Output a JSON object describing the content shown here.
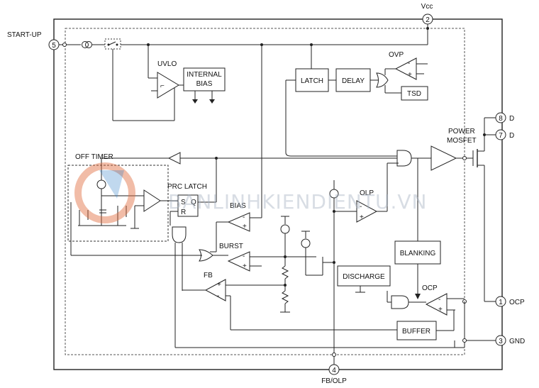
{
  "pins": {
    "vcc": {
      "num": "2",
      "label": "Vcc"
    },
    "start_up": {
      "num": "5",
      "label": "START-UP"
    },
    "drain_a": {
      "num": "8",
      "label": "D"
    },
    "drain_b": {
      "num": "7",
      "label": "D"
    },
    "ocp": {
      "num": "1",
      "label": "OCP"
    },
    "gnd": {
      "num": "3",
      "label": "GND"
    },
    "fb_olp": {
      "num": "4",
      "label": "FB/OLP"
    }
  },
  "blocks": {
    "internal_bias": [
      "INTERNAL",
      "BIAS"
    ],
    "latch": "LATCH",
    "delay": "DELAY",
    "tsd": "TSD",
    "blanking": "BLANKING",
    "discharge": "DISCHARGE",
    "buffer": "BUFFER",
    "prc_latch_s": "S",
    "prc_latch_r": "R",
    "prc_latch_q": "Q"
  },
  "labels": {
    "uvlo": "UVLO",
    "ovp": "OVP",
    "power_mosfet": [
      "POWER",
      "MOSFET"
    ],
    "off_timer": "OFF TIMER",
    "prc_latch": "PRC LATCH",
    "bias": "BIAS",
    "olp": "OLP",
    "burst": "BURST",
    "fb": "FB",
    "ocp_comp": "OCP"
  },
  "watermark": "BANLINHKIENDIENTU.VN"
}
